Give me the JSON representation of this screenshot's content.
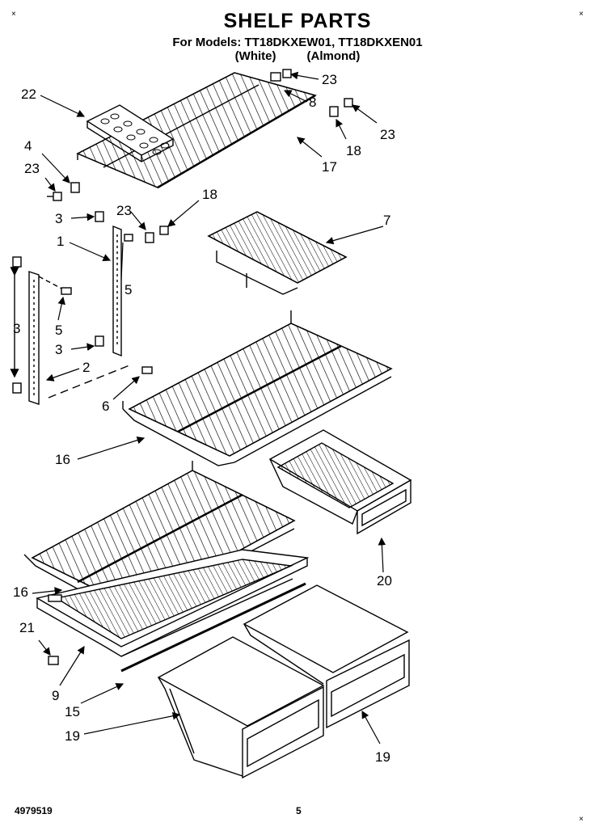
{
  "header": {
    "title": "SHELF PARTS",
    "models_line": "For Models: TT18DKXEW01, TT18DKXEN01",
    "color_white": "(White)",
    "color_almond": "(Almond)"
  },
  "footer": {
    "doc_number": "4979519",
    "page_number": "5"
  },
  "callouts": {
    "c22": "22",
    "c23a": "23",
    "c8": "8",
    "c23b": "23",
    "c4": "4",
    "c23c": "23",
    "c17": "17",
    "c18a": "18",
    "c23d": "23",
    "c18b": "18",
    "c3a": "3",
    "c7": "7",
    "c1": "1",
    "c5a": "5",
    "c3b": "3",
    "c5b": "5",
    "c3c": "3",
    "c2": "2",
    "c6": "6",
    "c16a": "16",
    "c20": "20",
    "c16b": "16",
    "c21": "21",
    "c9": "9",
    "c15": "15",
    "c19a": "19",
    "c19b": "19"
  }
}
